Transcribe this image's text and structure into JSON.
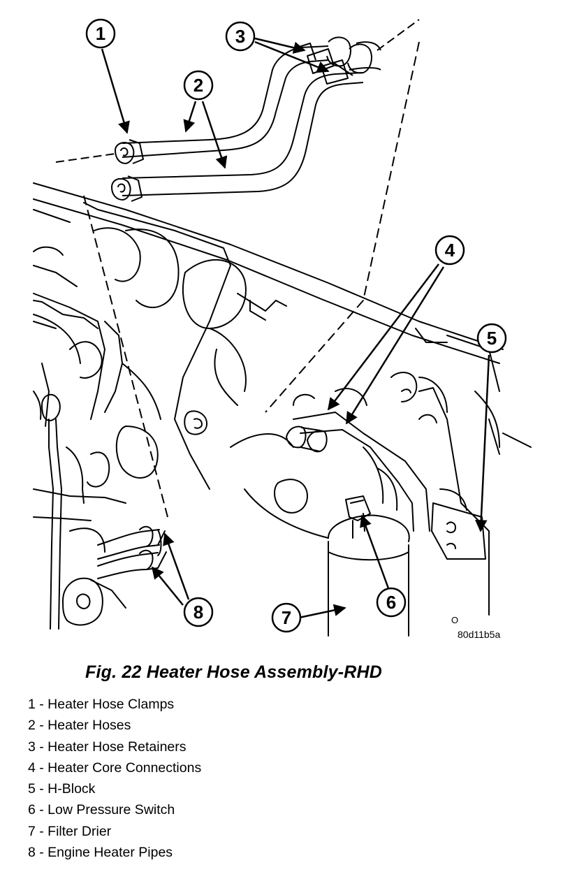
{
  "figure": {
    "code": "80d11b5a",
    "caption": "Fig. 22 Heater Hose Assembly-RHD"
  },
  "callouts": [
    {
      "number": "1",
      "label": "Heater Hose Clamps"
    },
    {
      "number": "2",
      "label": "Heater Hoses"
    },
    {
      "number": "3",
      "label": "Heater Hose Retainers"
    },
    {
      "number": "4",
      "label": "Heater Core Connections"
    },
    {
      "number": "5",
      "label": "H-Block"
    },
    {
      "number": "6",
      "label": "Low Pressure Switch"
    },
    {
      "number": "7",
      "label": "Filter Drier"
    },
    {
      "number": "8",
      "label": "Engine Heater Pipes"
    }
  ],
  "legend": [
    "1 - Heater Hose Clamps",
    "2 - Heater Hoses",
    "3 - Heater Hose Retainers",
    "4 - Heater Core Connections",
    "5 - H-Block",
    "6 - Low Pressure Switch",
    "7 - Filter Drier",
    "8 - Engine Heater Pipes"
  ],
  "colors": {
    "ink": "#000000",
    "paper": "#ffffff"
  }
}
